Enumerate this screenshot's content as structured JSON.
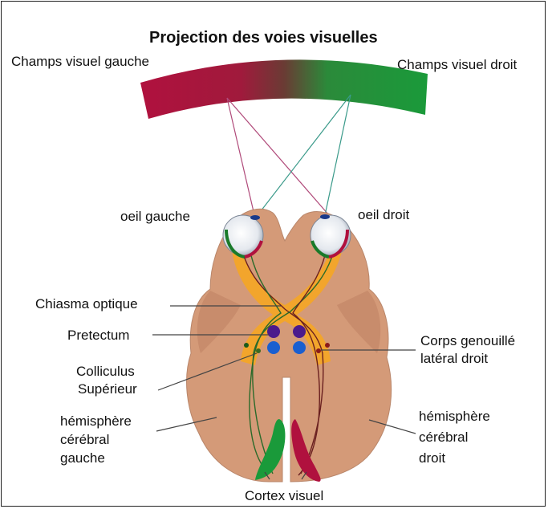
{
  "title": "Projection des voies visuelles",
  "labels": {
    "left_field": "Champs visuel gauche",
    "right_field": "Champs visuel droit",
    "left_eye": "oeil gauche",
    "right_eye": "oeil droit",
    "chiasma": "Chiasma optique",
    "pretectum": "Pretectum",
    "colliculus_line1": "Colliculus",
    "colliculus_line2": "Supérieur",
    "lgn_line1": "Corps genouillé",
    "lgn_line2": "latéral droit",
    "left_hemi_line1": "hémisphère",
    "left_hemi_line2": "cérébral",
    "left_hemi_line3": "gauche",
    "right_hemi_line1": "hémisphère",
    "right_hemi_line2": "cérébral",
    "right_hemi_line3": "droit",
    "cortex": "Cortex visuel"
  },
  "colors": {
    "left_field": "#b0113e",
    "right_field": "#1a9a3a",
    "brain": "#d49a78",
    "brain_dark": "#c2876a",
    "pathway": "#f5a623",
    "pretectum": "#4b1a8c",
    "colliculus": "#1a5fd0"
  }
}
